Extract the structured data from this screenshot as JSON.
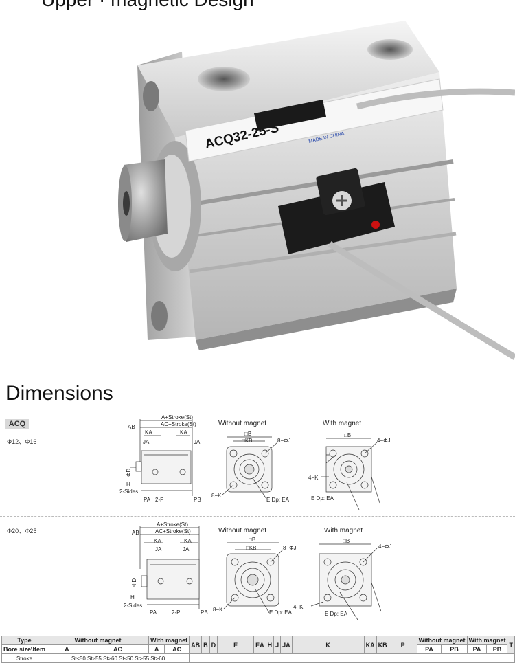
{
  "top_caption": "Upper · magnetic Design",
  "product": {
    "model_label": "ACQ32-25-S",
    "made_in_label": "MADE IN CHINA"
  },
  "section": {
    "title": "Dimensions"
  },
  "series": {
    "badge": "ACQ"
  },
  "groups": [
    {
      "bore_label": "Φ12、Φ16"
    },
    {
      "bore_label": "Φ20、Φ25"
    }
  ],
  "side_view": {
    "a_stroke": "A+Stroke(St)",
    "ac_stroke": "AC+Stroke(St)",
    "ab": "AB",
    "ka": "KA",
    "ja": "JA",
    "phi_d": "ΦD",
    "h": "H",
    "two_sides": "2-Sides",
    "pa": "PA",
    "two_p": "2-P",
    "pb": "PB"
  },
  "views": {
    "without_magnet": "Without magnet",
    "with_magnet": "With magnet",
    "sq_b": "□B",
    "sq_kb": "□KB",
    "eight_phi_j": "8−ΦJ",
    "four_phi_j": "4−ΦJ",
    "eight_k": "8−K",
    "four_k": "4−K",
    "e_dp_ea": "E Dp: EA",
    "e_dp_ea_short": "E Dp: EA",
    "e_dp_ea_rot": "E Dp: EA"
  },
  "table": {
    "type_label": "Type",
    "bore_label": "Bore size\\Item",
    "stroke_label": "Stroke",
    "without_magnet": "Without magnet",
    "with_magnet": "With magnet",
    "without_magnet2": "Without magnet",
    "with_magnet2": "With magnet",
    "cols": [
      "A",
      "AC",
      "A",
      "AC",
      "AB",
      "B",
      "D",
      "E",
      "EA",
      "H",
      "J",
      "JA",
      "K",
      "KA",
      "KB",
      "P",
      "PA",
      "PB",
      "PA",
      "PB",
      "T"
    ],
    "stroke_text_a": "St≤50 St≥55 St≥60 St≤50 St≥55 St≥60"
  },
  "colors": {
    "divider": "#444444",
    "badge_bg": "#d8d8d8",
    "table_header_bg": "#e6e6e6",
    "sensor_led": "#cc1111"
  }
}
